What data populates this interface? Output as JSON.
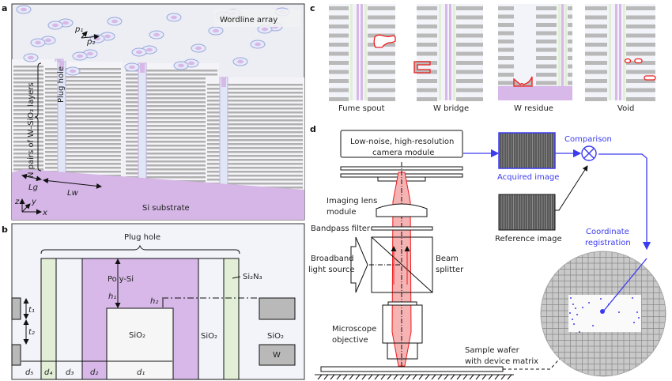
{
  "panel_labels": {
    "a": "a",
    "b": "b",
    "c": "c",
    "d": "d"
  },
  "panel_a": {
    "wordline_array": "Wordline array",
    "p1": "p₁",
    "p2": "p₂",
    "plug_hole": "Plug hole",
    "layers": "N pairs of W–SiO₂ layers",
    "lg": "Lg",
    "lw": "Lw",
    "si_substrate": "Si substrate",
    "axis_z": "z",
    "axis_y": "y",
    "axis_x": "x"
  },
  "panel_b": {
    "plug_hole": "Plug hole",
    "poly_si": "Poly-Si",
    "si2n3": "Si₂N₃",
    "sio2_center": "SiO₂",
    "sio2_right_inner": "SiO₂",
    "sio2_outer": "SiO₂",
    "w": "W",
    "h1": "h₁",
    "h2": "h₂",
    "t1": "t₁",
    "t2": "t₂",
    "d5": "d₅",
    "d4": "d₄",
    "d3": "d₃",
    "d2": "d₂",
    "d1": "d₁"
  },
  "panel_c": {
    "defects": [
      {
        "label": "Fume spout"
      },
      {
        "label": "W bridge"
      },
      {
        "label": "W residue"
      },
      {
        "label": "Void"
      }
    ]
  },
  "panel_d": {
    "camera": [
      "Low-noise, high-resolution",
      "camera module"
    ],
    "imaging_lens": [
      "Imaging lens",
      "module"
    ],
    "bandpass": "Bandpass filter",
    "light_source": [
      "Broadband",
      "light source"
    ],
    "beam_splitter": [
      "Beam",
      "splitter"
    ],
    "objective": [
      "Microscope",
      "objective"
    ],
    "sample_wafer": [
      "Sample wafer",
      "with device matrix"
    ],
    "acquired_image": "Acquired image",
    "reference_image": "Reference image",
    "comparison": "Comparison",
    "coordinate_registration": [
      "Coordinate",
      "registration"
    ]
  },
  "colors": {
    "purple": "#d7b8e8",
    "green": "#e2efd6",
    "grey_layer": "#b9b9b9",
    "red": "#ee1c1c",
    "blue": "#3b3bf0",
    "frame_bg": "#f2f4fa"
  }
}
